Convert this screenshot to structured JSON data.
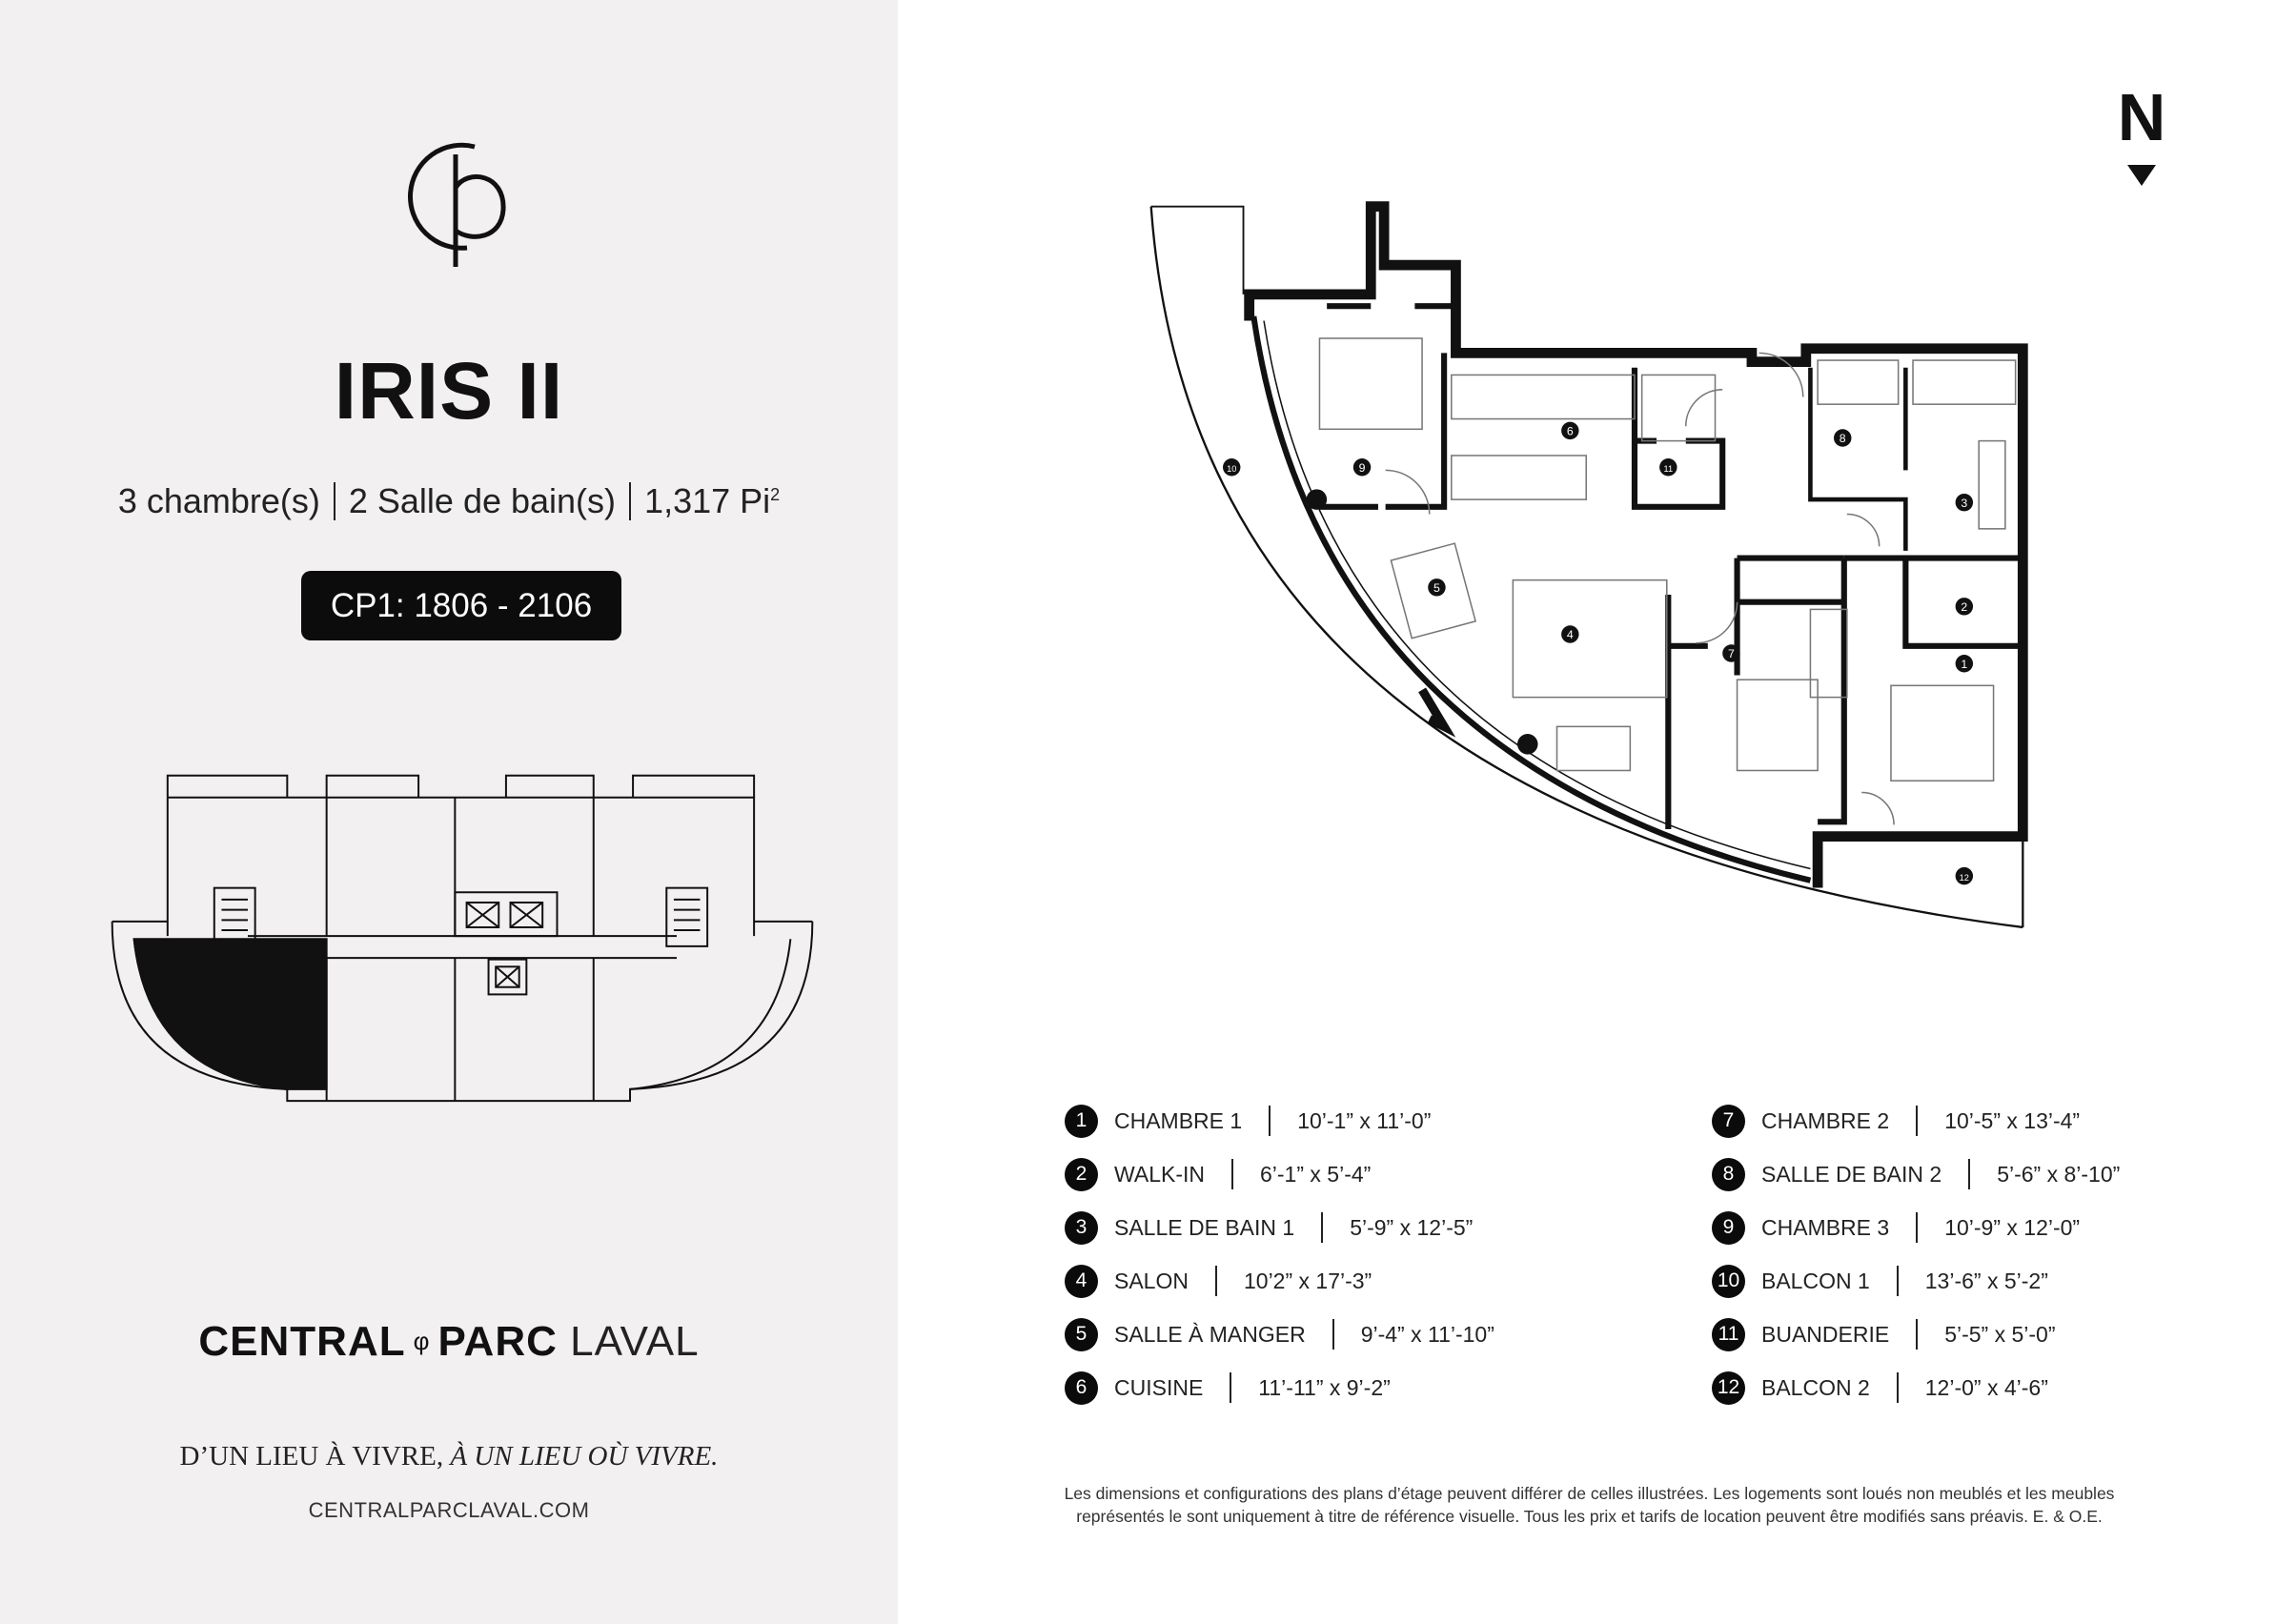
{
  "unit": {
    "name": "IRIS II",
    "specs": {
      "bedrooms": "3 chambre(s)",
      "bathrooms": "2 Salle de bain(s)",
      "area": "1,317 Pi",
      "area_sup": "2"
    },
    "badge": "CP1: 1806 - 2106"
  },
  "brand": {
    "word1": "CENTRAL",
    "word2": "PARC",
    "word3": "LAVAL",
    "symbol": "φ"
  },
  "tagline": {
    "regular": "D’UN LIEU À VIVRE,",
    "italic": "À UN LIEU OÙ VIVRE."
  },
  "url": "CENTRALPARCLAVAL.COM",
  "north_label": "N",
  "legend": [
    {
      "num": "1",
      "room": "CHAMBRE 1",
      "dims": "10’-1” x 11’-0”"
    },
    {
      "num": "2",
      "room": "WALK-IN",
      "dims": "6’-1” x 5’-4”"
    },
    {
      "num": "3",
      "room": "SALLE DE BAIN 1",
      "dims": "5’-9” x 12’-5”"
    },
    {
      "num": "4",
      "room": "SALON",
      "dims": "10’2” x 17’-3”"
    },
    {
      "num": "5",
      "room": "SALLE À MANGER",
      "dims": "9’-4” x 11’-10”"
    },
    {
      "num": "6",
      "room": "CUISINE",
      "dims": "11’-11” x 9’-2”"
    },
    {
      "num": "7",
      "room": "CHAMBRE 2",
      "dims": "10’-5” x 13’-4”"
    },
    {
      "num": "8",
      "room": "SALLE DE BAIN 2",
      "dims": "5’-6” x 8’-10”"
    },
    {
      "num": "9",
      "room": "CHAMBRE 3",
      "dims": "10’-9” x 12’-0”"
    },
    {
      "num": "10",
      "room": "BALCON 1",
      "dims": "13’-6” x 5’-2”"
    },
    {
      "num": "11",
      "room": "BUANDERIE",
      "dims": "5’-5” x 5’-0”"
    },
    {
      "num": "12",
      "room": "BALCON 2",
      "dims": "12’-0” x 4’-6”"
    }
  ],
  "disclaimer": {
    "line1": "Les dimensions et configurations des plans d’étage peuvent différer de celles illustrées. Les logements sont loués non meublés et les meubles",
    "line2": "représentés le sont uniquement à titre de référence visuelle. Tous les prix et tarifs de location peuvent être modifiés sans préavis. E. & O.E."
  },
  "colors": {
    "panel": "#f2f0f1",
    "ink": "#0b0c0b"
  }
}
